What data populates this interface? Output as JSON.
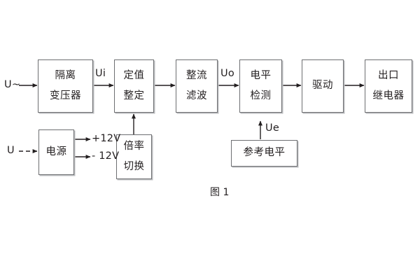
{
  "figure": {
    "caption": "图 1",
    "background": "#ffffff",
    "line_color": "#231f20",
    "box_border_color": "#6d6e71",
    "box_shadow_color": "#bcbec0"
  },
  "signal_labels": {
    "input_ac": "U~",
    "input_dc": "U",
    "ui": "Ui",
    "uo": "Uo",
    "ue": "Ue",
    "rail_pos": "+12V",
    "rail_neg": "- 12V"
  },
  "blocks": [
    {
      "id": "isolation-transformer",
      "lines": [
        "隔离",
        "变压器"
      ]
    },
    {
      "id": "setpoint-setting",
      "lines": [
        "定值",
        "整定"
      ]
    },
    {
      "id": "rectify-filter",
      "lines": [
        "整流",
        "滤波"
      ]
    },
    {
      "id": "level-detection",
      "lines": [
        "电平",
        "检测"
      ]
    },
    {
      "id": "drive",
      "lines": [
        "驱动"
      ]
    },
    {
      "id": "output-relay",
      "lines": [
        "出口",
        "继电器"
      ]
    },
    {
      "id": "power-supply",
      "lines": [
        "电源"
      ]
    },
    {
      "id": "multiplier-switch",
      "lines": [
        "倍率",
        "切换"
      ]
    },
    {
      "id": "reference-level",
      "lines": [
        "参考电平"
      ]
    }
  ]
}
